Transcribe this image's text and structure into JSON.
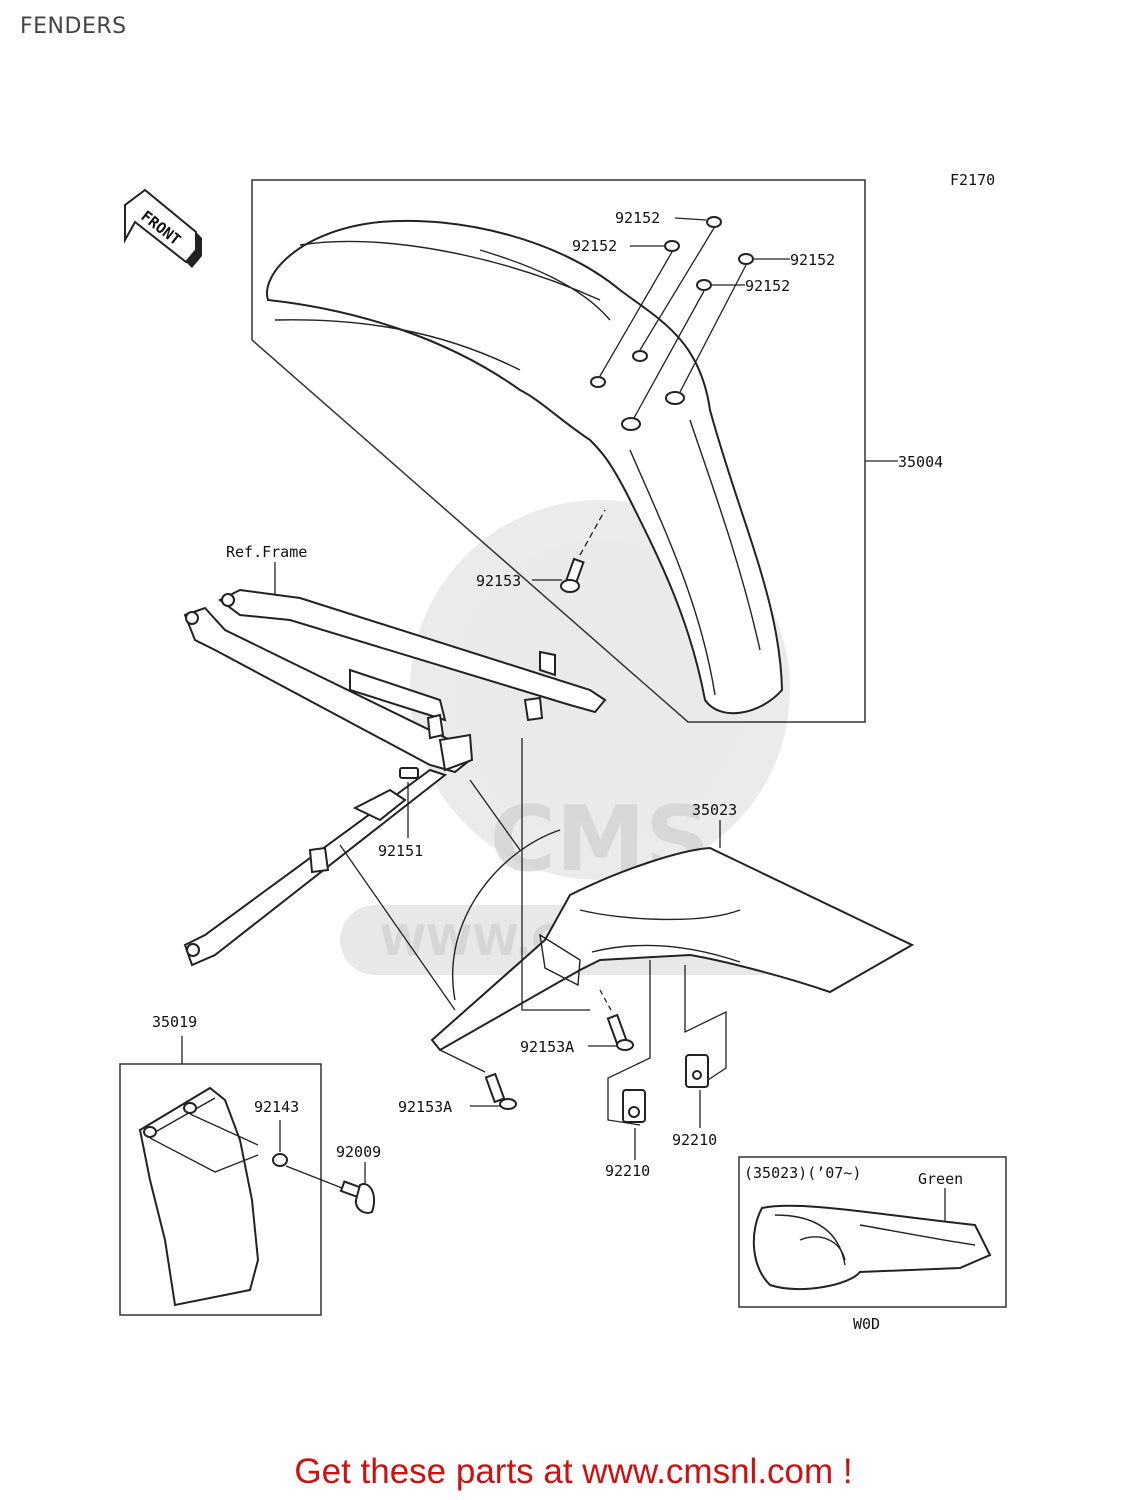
{
  "page_title": "FENDERS",
  "figure_code": "F2170",
  "front_arrow": "FRONT",
  "ref_frame": "Ref.Frame",
  "parts": {
    "p35004": "35004",
    "p92152_a": "92152",
    "p92152_b": "92152",
    "p92152_c": "92152",
    "p92152_d": "92152",
    "p92153": "92153",
    "p92151": "92151",
    "p35023": "35023",
    "p92153A_a": "92153A",
    "p92153A_b": "92153A",
    "p92210_a": "92210",
    "p92210_b": "92210",
    "p35019": "35019",
    "p92143": "92143",
    "p92009": "92009"
  },
  "inset": {
    "title": "(35023)(’07~)",
    "color_label": "Green",
    "code": "W0D"
  },
  "watermark": "WWW.CMSNL.COM",
  "watermark_logo": "CMS",
  "footer": "Get these parts at www.cmsnl.com !"
}
